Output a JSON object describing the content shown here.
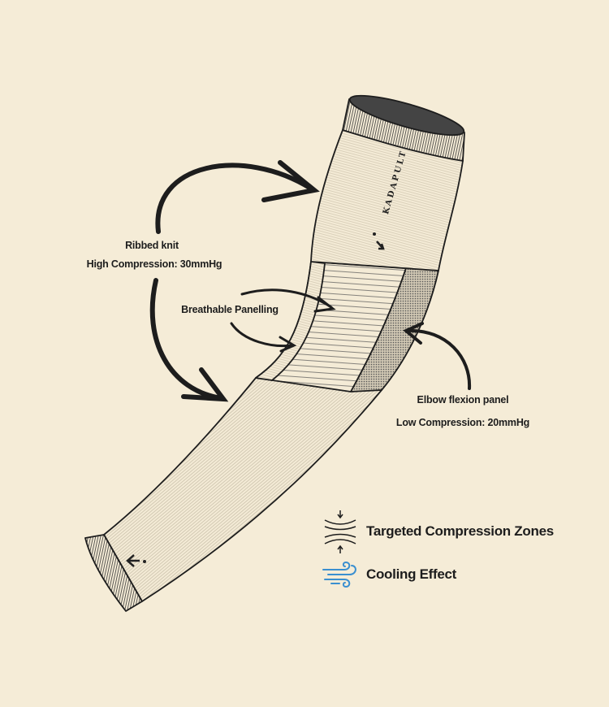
{
  "labels": {
    "ribbed_knit": "Ribbed knit",
    "high_compression": "High Compression: 30mmHg",
    "breathable": "Breathable Panelling",
    "elbow_panel": "Elbow flexion panel",
    "low_compression": "Low Compression: 20mmHg"
  },
  "brand": "KADAPULT",
  "legend": [
    {
      "icon": "compression-zones-icon",
      "label": "Targeted Compression Zones"
    },
    {
      "icon": "wind-icon",
      "label": "Cooling Effect"
    }
  ],
  "colors": {
    "background": "#f5ecd7",
    "sleeve": "#f4ebd6",
    "outline": "#1d1d1d",
    "wind": "#3a8fd0",
    "cuff_inner": "#444444"
  }
}
